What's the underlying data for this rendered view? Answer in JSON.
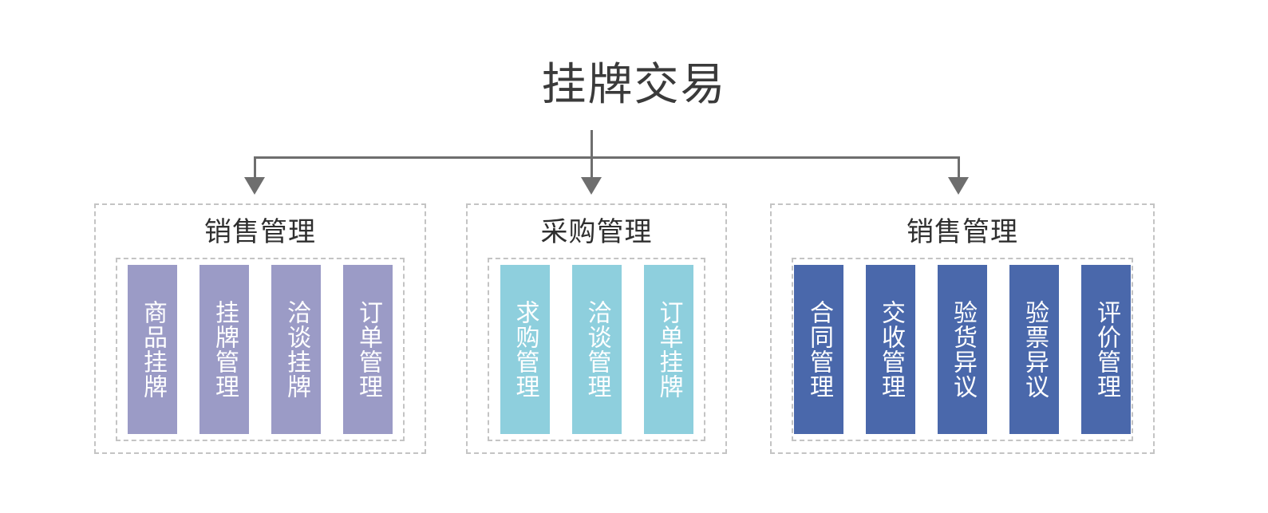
{
  "diagram": {
    "root": {
      "label": "挂牌交易"
    },
    "connector": {
      "arrow_count": 3,
      "line_color": "#6e6e6e"
    },
    "palette": {
      "purple": "#9b9bc6",
      "teal": "#8ecfdd",
      "blue": "#4a68ab",
      "dashed_border": "#c4c4c4",
      "title_text": "#3a3a3a",
      "bar_text": "#ffffff",
      "background": "#ffffff"
    },
    "groups": [
      {
        "title": "销售管理",
        "color_key": "purple",
        "items": [
          {
            "label": "商品挂牌"
          },
          {
            "label": "挂牌管理"
          },
          {
            "label": "洽谈挂牌"
          },
          {
            "label": "订单管理"
          }
        ]
      },
      {
        "title": "采购管理",
        "color_key": "teal",
        "items": [
          {
            "label": "求购管理"
          },
          {
            "label": "洽谈管理"
          },
          {
            "label": "订单挂牌"
          }
        ]
      },
      {
        "title": "销售管理",
        "color_key": "blue",
        "items": [
          {
            "label": "合同管理"
          },
          {
            "label": "交收管理"
          },
          {
            "label": "验货异议"
          },
          {
            "label": "验票异议"
          },
          {
            "label": "评价管理"
          }
        ]
      }
    ]
  }
}
